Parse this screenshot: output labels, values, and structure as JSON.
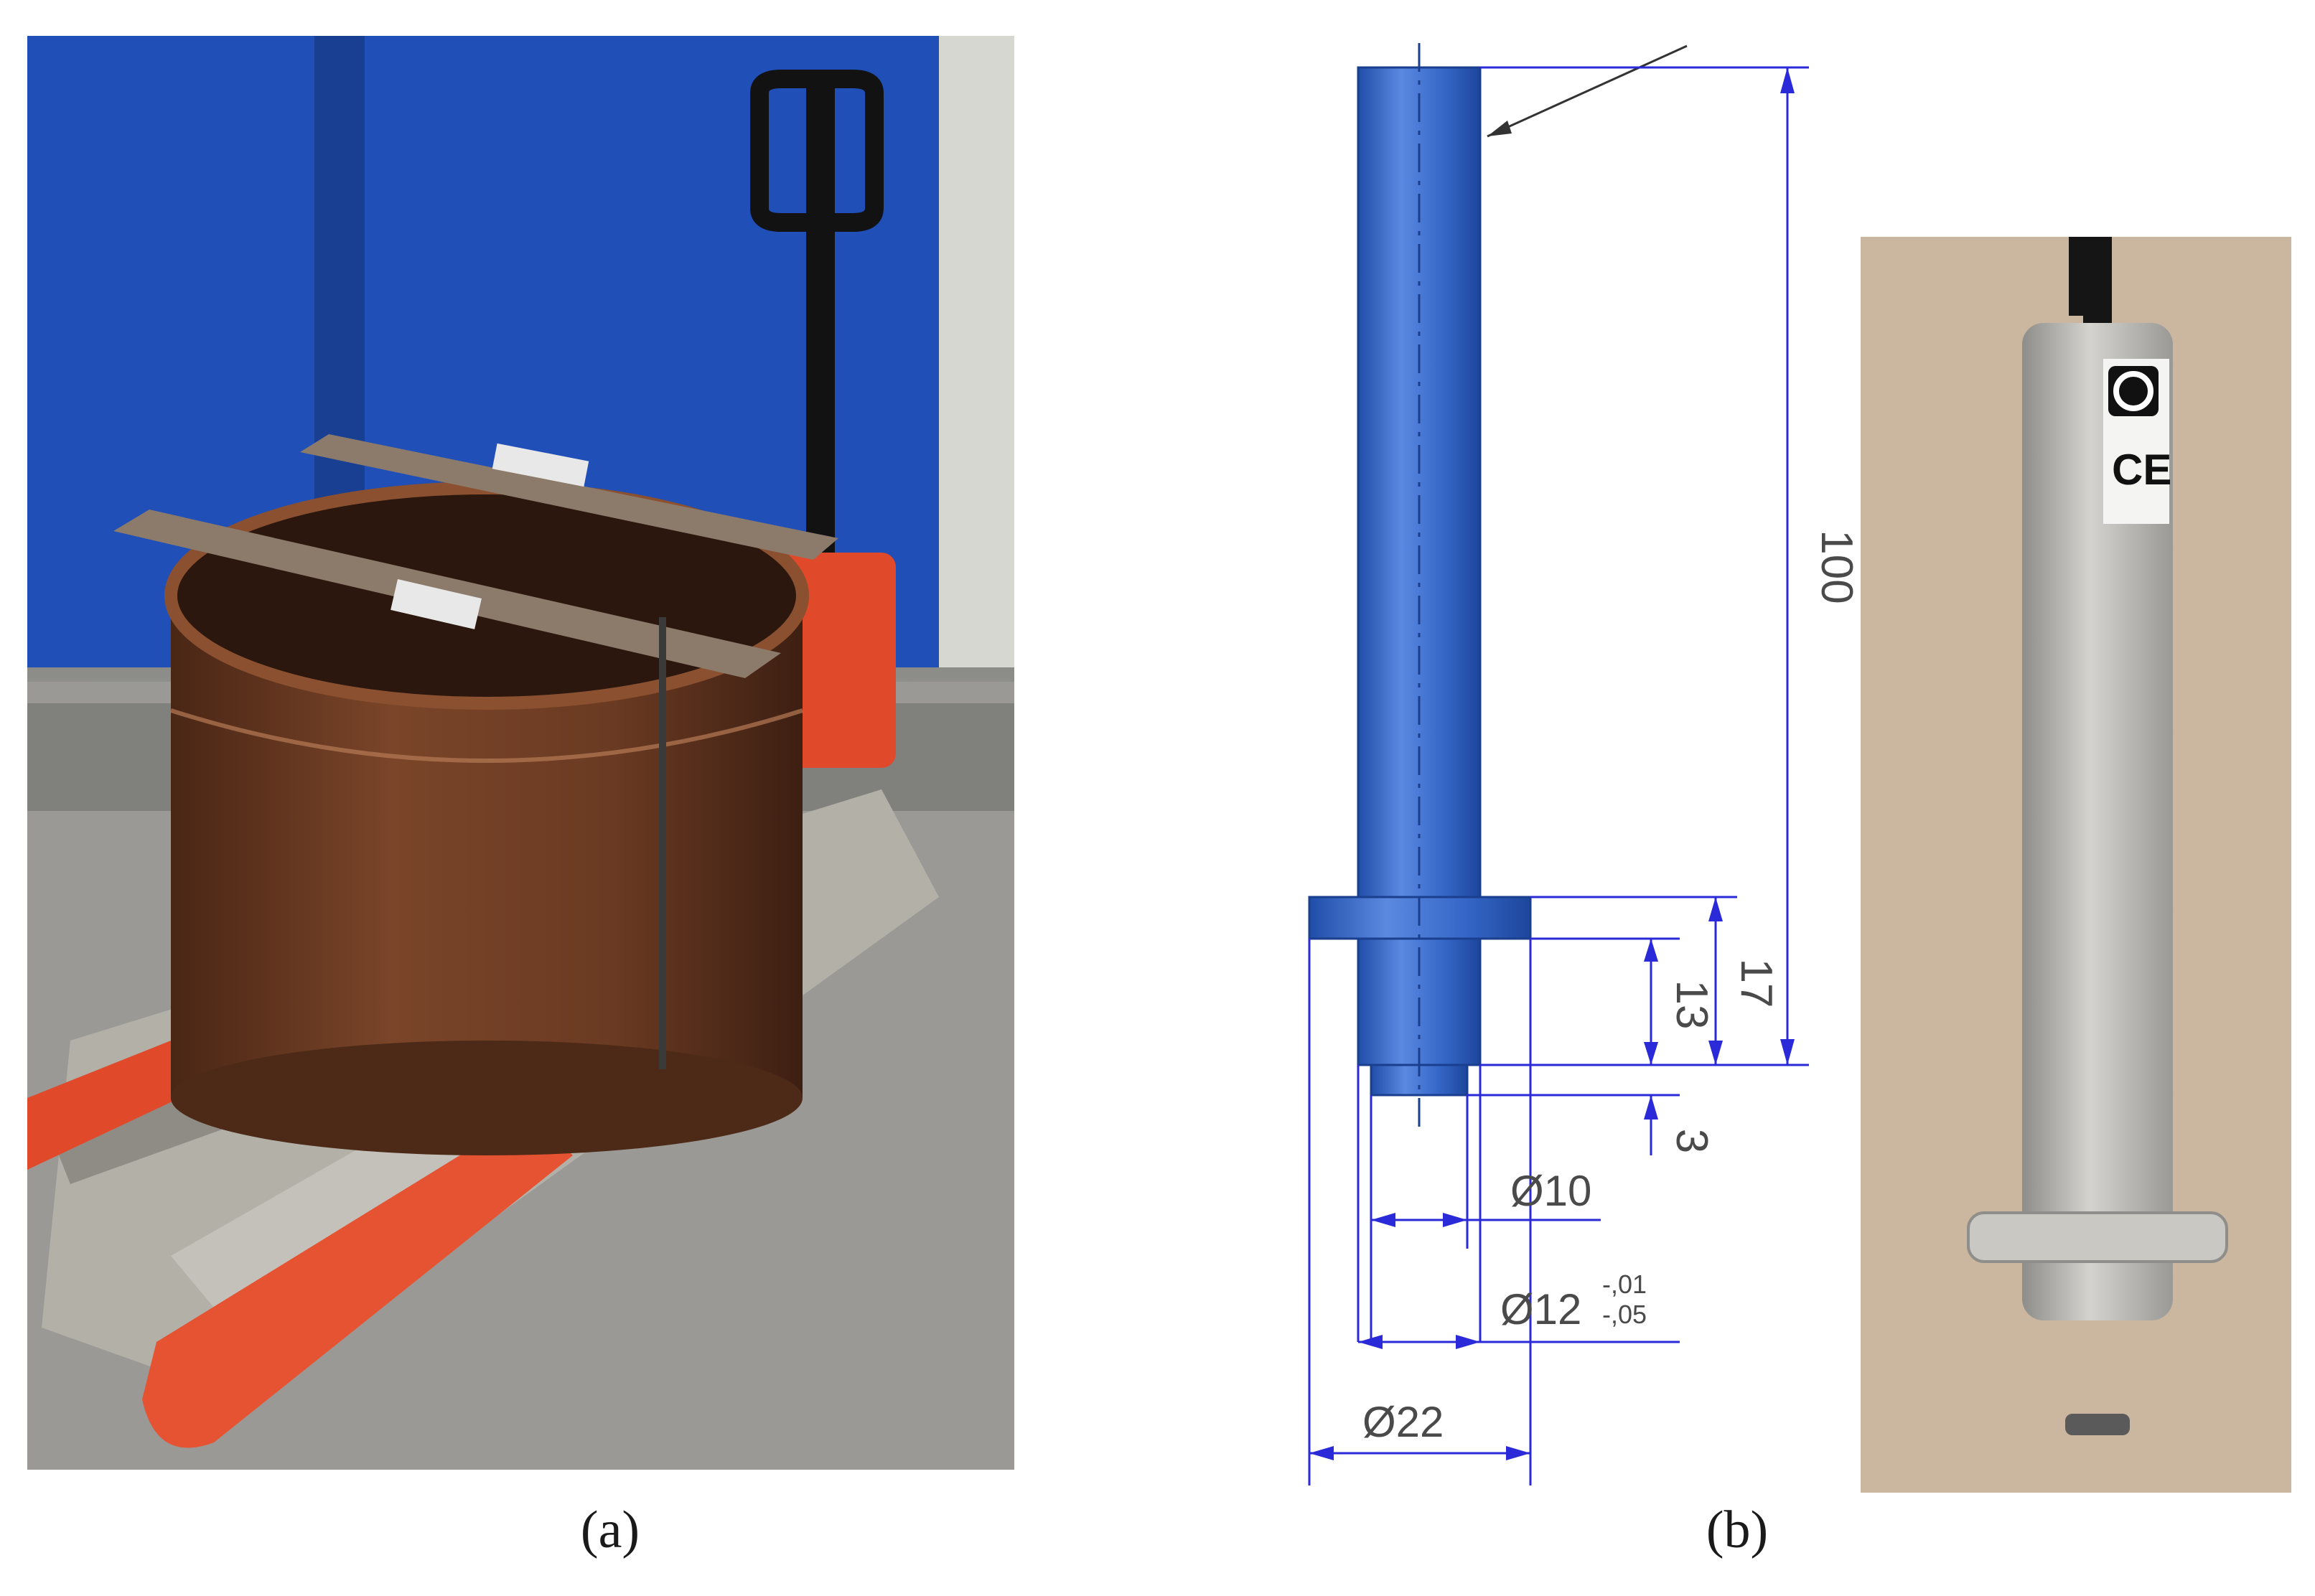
{
  "figure": {
    "captions": {
      "a": "(a)",
      "b": "(b)"
    },
    "colors": {
      "drawing_blue": "#2f5fc4",
      "dim_line": "#2a2ad8",
      "rust": "#6b3a22",
      "door_blue": "#1f4fb7"
    },
    "photo_a": {
      "subject": "steel-drum-on-pallet-photo"
    },
    "drawing_b": {
      "dimensions": {
        "length": "100",
        "collar_from_end": "17",
        "shank_length": "13",
        "tip_length": "3",
        "tip_diameter": "Ø10",
        "shank_diameter": "Ø12",
        "tolerance_upper": "-,01",
        "tolerance_lower": "-,05",
        "collar_diameter": "Ø22"
      }
    },
    "photo_b": {
      "subject": "sensor-probe-photo",
      "label_marks": [
        "CE"
      ]
    }
  }
}
